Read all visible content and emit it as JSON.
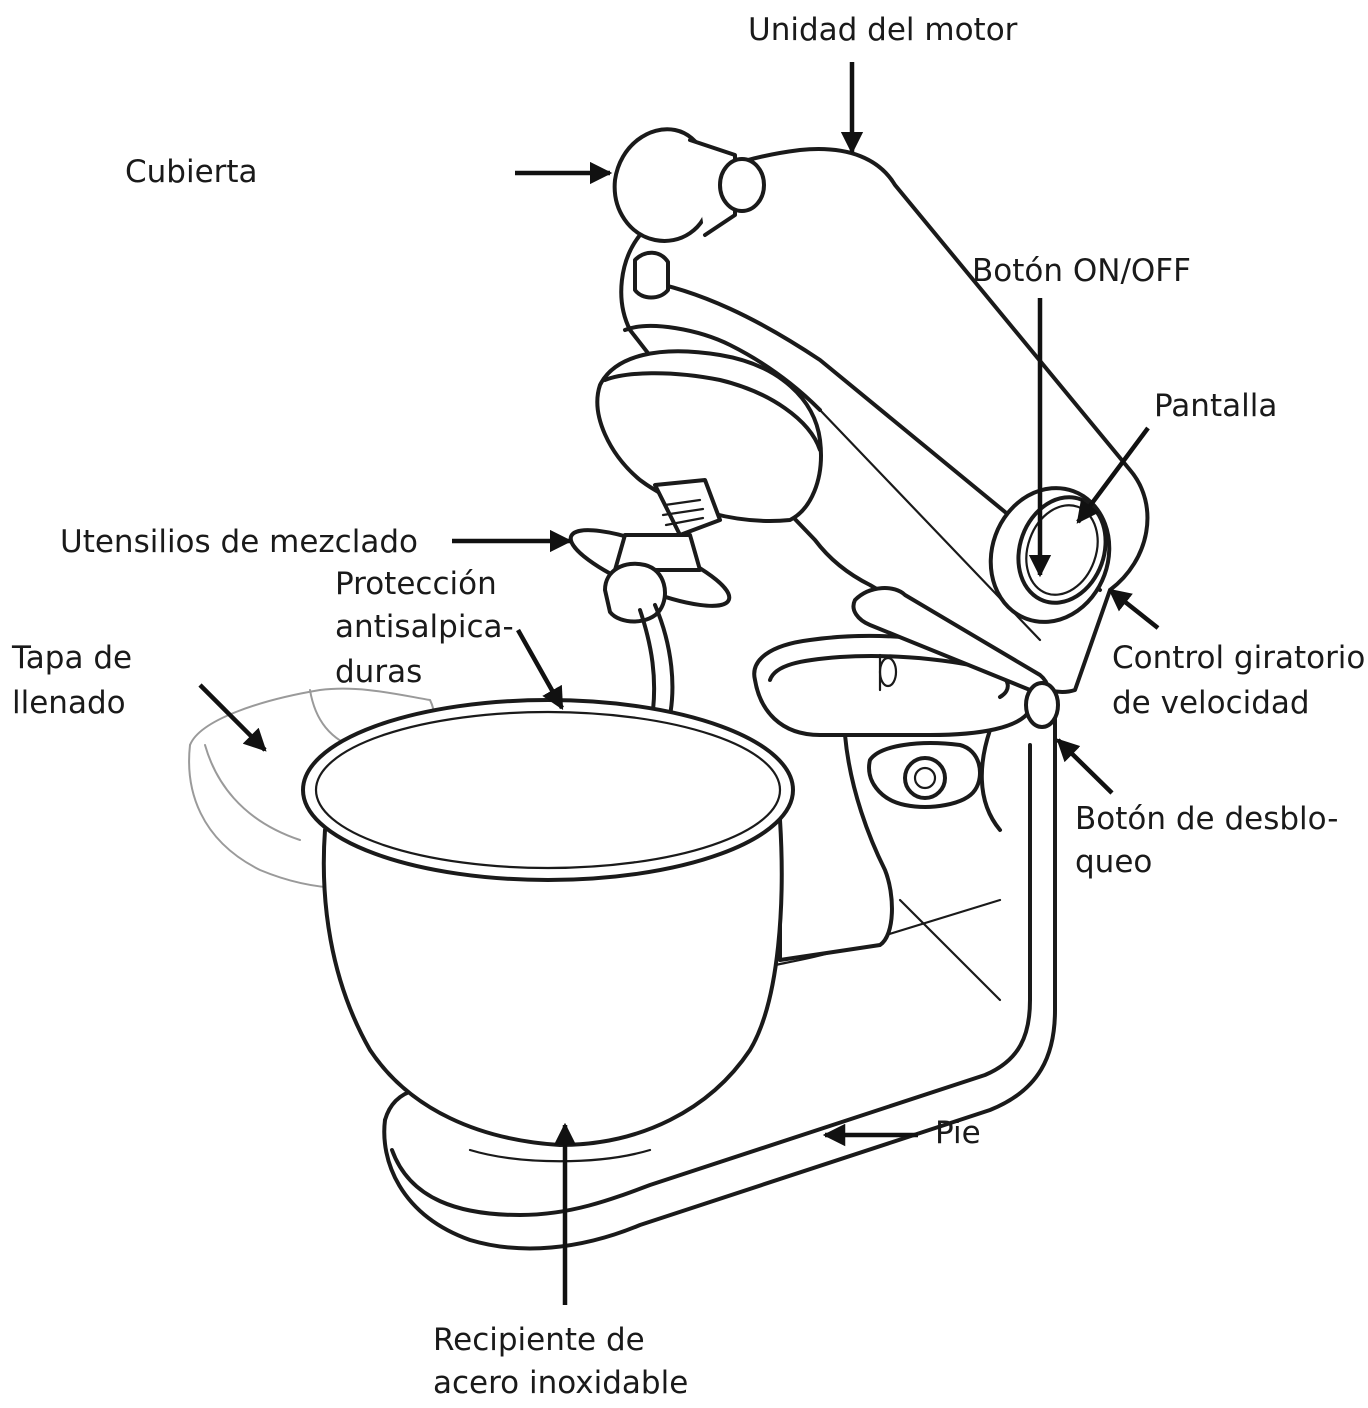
{
  "labels": {
    "motor_unit": "Unidad del motor",
    "cover": "Cubierta",
    "on_off_button": "Botón ON/OFF",
    "display": "Pantalla",
    "mixing_tools": "Utensilios de mezclado",
    "splash_guard": [
      "Protección",
      "antisalpica-",
      "duras"
    ],
    "fill_lid": [
      "Tapa de",
      "llenado"
    ],
    "speed_dial": [
      "Control giratorio",
      "de velocidad"
    ],
    "release_button": [
      "Botón de desblo-",
      "queo"
    ],
    "base": "Pie",
    "bowl": [
      "Recipiente de",
      "acero inoxidable"
    ]
  },
  "colors": {
    "line": "#1a1a1a",
    "faint_line": "#9a9a9a",
    "background": "#ffffff"
  }
}
